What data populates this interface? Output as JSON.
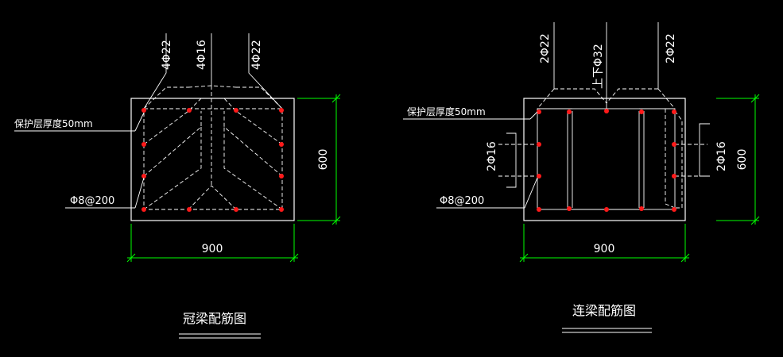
{
  "colors": {
    "background": "#000000",
    "line": "#ffffff",
    "dimension": "#00ff00",
    "rebar": "#ff1a1a"
  },
  "left": {
    "title": "冠梁配筋图",
    "bars_top": [
      "4Φ22",
      "4Φ16",
      "4Φ22"
    ],
    "cover_label": "保护层厚度50mm",
    "stirrup_label": "Φ8@200",
    "dim_width": "900",
    "dim_height": "600"
  },
  "right": {
    "title": "连梁配筋图",
    "bars_top": [
      "2Φ22",
      "上下Φ32",
      "2Φ22"
    ],
    "bar_left": "2Φ16",
    "bar_right": "2Φ16",
    "cover_label": "保护层厚度50mm",
    "stirrup_label": "Φ8@200",
    "dim_width": "900",
    "dim_height": "600"
  }
}
